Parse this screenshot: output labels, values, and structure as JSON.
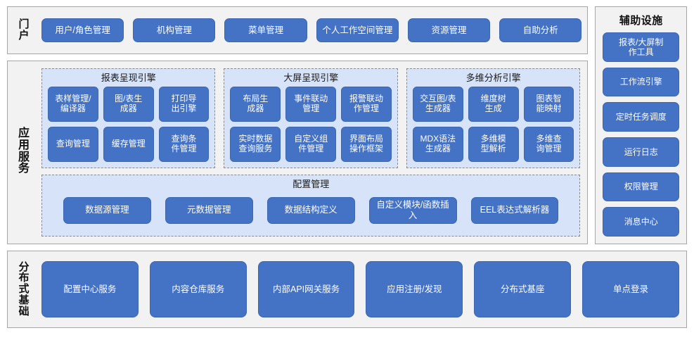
{
  "portal": {
    "label": "门户",
    "buttons": [
      "用户/角色管理",
      "机构管理",
      "菜单管理",
      "个人工作空间管理",
      "资源管理",
      "自助分析"
    ]
  },
  "app_services": {
    "label": "应用服务",
    "engines": [
      {
        "title": "报表呈现引擎",
        "tiles": [
          "表样管理/\n编译器",
          "图/表生\n成器",
          "打印导\n出引擎",
          "查询管理",
          "缓存管理",
          "查询条\n件管理"
        ]
      },
      {
        "title": "大屏呈现引擎",
        "tiles": [
          "布局生\n成器",
          "事件联动\n管理",
          "报警联动\n作管理",
          "实时数据\n查询服务",
          "自定义组\n件管理",
          "界面布局\n操作框架"
        ]
      },
      {
        "title": "多维分析引擎",
        "tiles": [
          "交互图/表\n生成器",
          "维度树\n生成",
          "图表智\n能映射",
          "MDX语法\n生成器",
          "多维模\n型解析",
          "多维查\n询管理"
        ]
      }
    ],
    "config": {
      "title": "配置管理",
      "buttons": [
        "数据源管理",
        "元数据管理",
        "数据结构定义",
        "自定义模块/函数插入",
        "EEL表达式解析器"
      ]
    }
  },
  "aux": {
    "title": "辅助设施",
    "buttons": [
      "报表/大屏制\n作工具",
      "工作流引擎",
      "定时任务调度",
      "运行日志",
      "权限管理",
      "消息中心"
    ]
  },
  "base": {
    "label": "分布式基础",
    "buttons": [
      "配置中心服务",
      "内容仓库服务",
      "内部API网关服务",
      "应用注册/发现",
      "分布式基座",
      "单点登录"
    ]
  },
  "colors": {
    "button_blue": "#4472c4",
    "button_border": "#3b66b0",
    "group_fill": "#d7e3f8",
    "panel_fill": "#f2f2f2",
    "panel_border": "#a6a6a6",
    "text_dark": "#111111"
  }
}
